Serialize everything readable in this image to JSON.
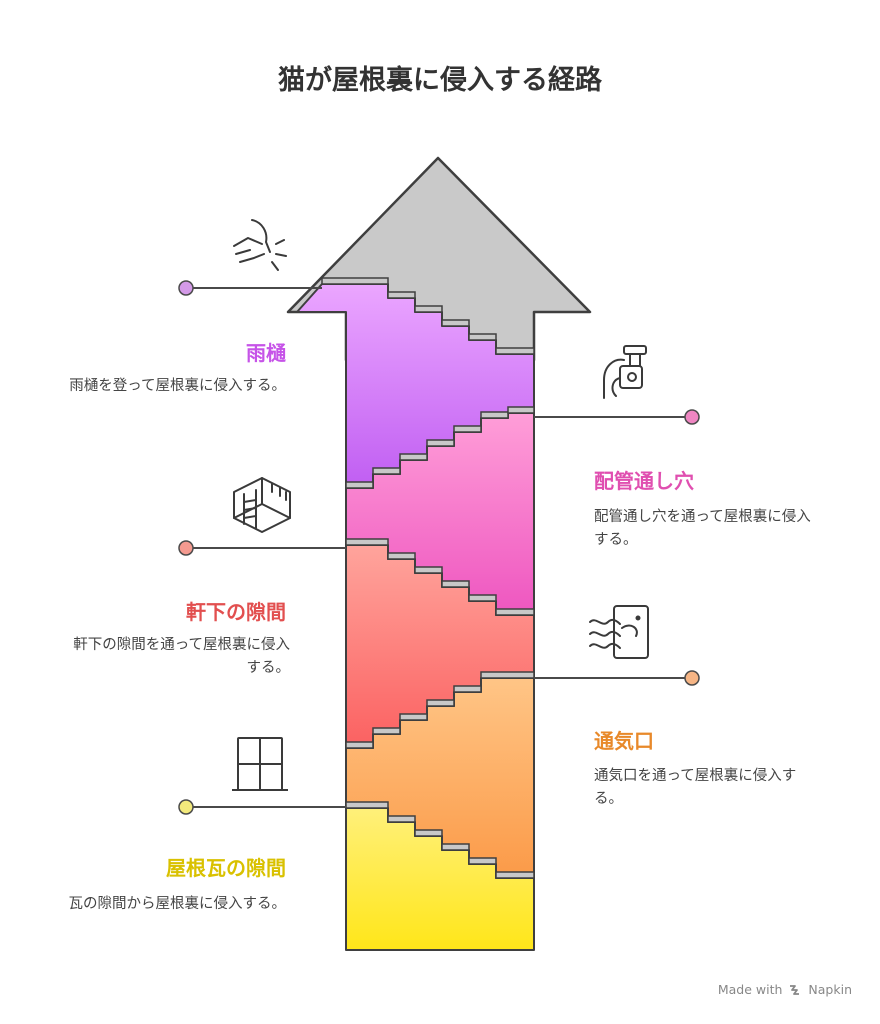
{
  "title": "猫が屋根裏に侵入する経路",
  "steps": [
    {
      "id": "rain-gutter",
      "title": "雨樋",
      "desc": "雨樋を登って屋根裏に侵入する。",
      "color": "#c653e8",
      "dot": "#d49ae8",
      "icon": "pointing-hand-icon",
      "side": "left"
    },
    {
      "id": "pipe-hole",
      "title": "配管通し穴",
      "desc": "配管通し穴を通って屋根裏に侵入する。",
      "color": "#e04fb0",
      "dot": "#ef86c2",
      "icon": "pipe-hole-icon",
      "side": "right"
    },
    {
      "id": "eaves-gap",
      "title": "軒下の隙間",
      "desc": "軒下の隙間を通って屋根裏に侵入する。",
      "color": "#e24f4f",
      "dot": "#f49a90",
      "icon": "ladder-box-icon",
      "side": "left"
    },
    {
      "id": "vent",
      "title": "通気口",
      "desc": "通気口を通って屋根裏に侵入する。",
      "color": "#e8892a",
      "dot": "#f6b585",
      "icon": "vent-icon",
      "side": "right"
    },
    {
      "id": "roof-tile-gap",
      "title": "屋根瓦の隙間",
      "desc": "瓦の隙間から屋根裏に侵入する。",
      "color": "#d9c100",
      "dot": "#f3ea7c",
      "icon": "window-icon",
      "side": "left"
    }
  ],
  "footer": {
    "prefix": "Made with",
    "brand": "Napkin"
  }
}
